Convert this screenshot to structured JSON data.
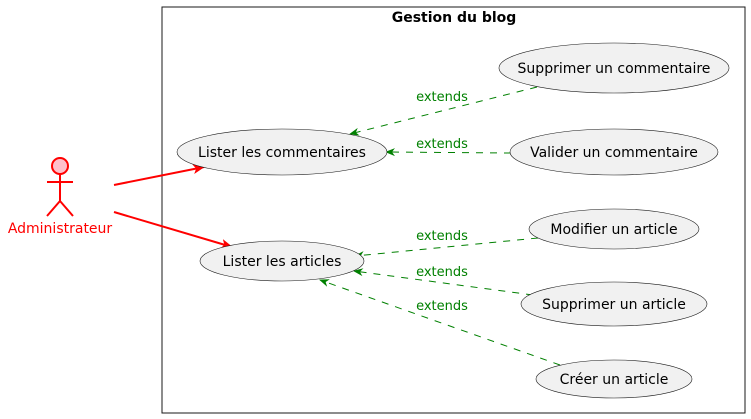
{
  "colors": {
    "actor": "#ff0000",
    "actor_fill": "#ffc0cb",
    "extends": "#008000",
    "usecase_fill": "#f1f1f1",
    "usecase_stroke": "#181818"
  },
  "boundary": {
    "title": "Gestion du blog"
  },
  "actor": {
    "name": "Administrateur",
    "icon": "stick-figure-icon"
  },
  "use_cases": {
    "lister_commentaires": "Lister les commentaires",
    "lister_articles": "Lister les articles",
    "supprimer_commentaire": "Supprimer un commentaire",
    "valider_commentaire": "Valider un commentaire",
    "modifier_article": "Modifier un article",
    "supprimer_article": "Supprimer un article",
    "creer_article": "Créer un article"
  },
  "relations": {
    "extends_1": "extends",
    "extends_2": "extends",
    "extends_3": "extends",
    "extends_4": "extends",
    "extends_5": "extends"
  }
}
